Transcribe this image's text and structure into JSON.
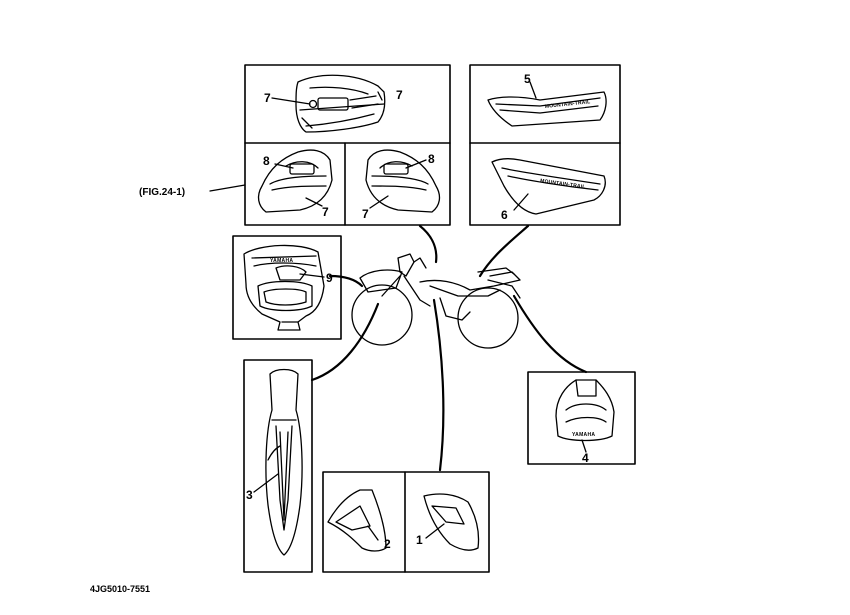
{
  "diagram": {
    "fig_reference": "(FIG.24-1)",
    "part_number": "4JG5010-7551",
    "callouts": {
      "seat_panel_left": "7",
      "seat_panel_right": "7",
      "tank_left_8": "8",
      "tank_left_7": "7",
      "tank_right_8": "8",
      "tank_right_7": "7",
      "side_cover_upper": "5",
      "side_cover_lower": "6",
      "headlight": "9",
      "fender": "3",
      "rear_cover": "4",
      "shroud_left": "2",
      "shroud_right": "1"
    },
    "logo_text": {
      "headlight": "YAMAHA",
      "rear": "YAMAHA"
    },
    "stripe_text": {
      "upper": "MOUNTAIN-TRAIL",
      "lower": "MOUNTAIN-TRAIL"
    }
  }
}
